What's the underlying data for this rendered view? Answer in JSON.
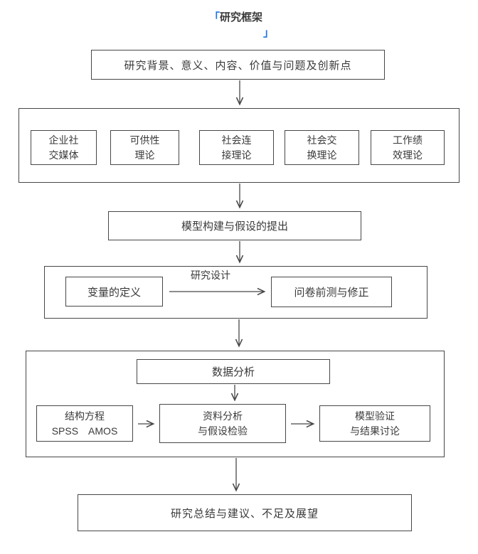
{
  "title": {
    "bracket_open": "「",
    "text": "研究框架",
    "bracket_close": "」",
    "bracket_color": "#2273e6"
  },
  "colors": {
    "line": "#474747",
    "text": "#3a3a3a",
    "accent_blue": "#2273e6",
    "background": "#ffffff"
  },
  "boxes": {
    "intro": "研究背景、意义、内容、价值与问题及创新点",
    "theories": [
      {
        "line1": "企业社",
        "line2": "交媒体"
      },
      {
        "line1": "可供性",
        "line2": "理论"
      },
      {
        "line1": "社会连",
        "line2": "接理论"
      },
      {
        "line1": "社会交",
        "line2": "换理论"
      },
      {
        "line1": "工作绩",
        "line2": "效理论"
      }
    ],
    "model": "模型构建与假设的提出",
    "design": {
      "label": "研究设计",
      "left": "变量的定义",
      "right": "问卷前测与修正"
    },
    "analysis": {
      "header": "数据分析",
      "sem": {
        "line1": "结构方程",
        "line2": "SPSS　AMOS"
      },
      "center": {
        "line1": "资料分析",
        "line2": "与假设检验"
      },
      "result": {
        "line1": "模型验证",
        "line2": "与结果讨论"
      }
    },
    "summary": "研究总结与建议、不足及展望"
  }
}
